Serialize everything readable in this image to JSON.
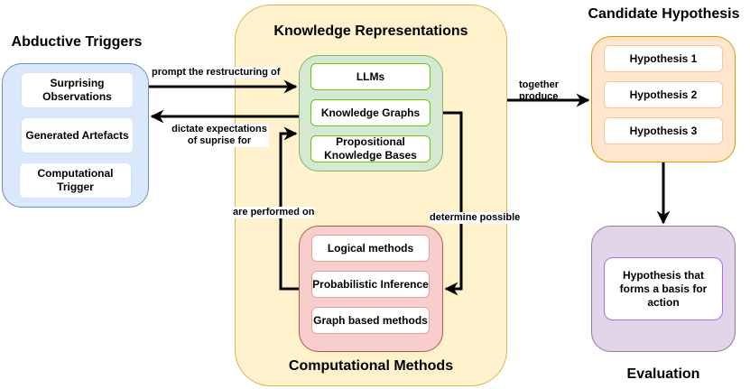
{
  "titles": {
    "abductive_triggers": "Abductive Triggers",
    "knowledge_representations": "Knowledge Representations",
    "computational_methods": "Computational Methods",
    "candidate_hypothesis": "Candidate Hypothesis",
    "evaluation": "Evaluation"
  },
  "abductive_triggers": {
    "items": [
      "Surprising Observations",
      "Generated Artefacts",
      "Computational Trigger"
    ],
    "fill": "#dae8fc",
    "stroke": "#6c8ebf",
    "item_stroke": "#d5e3f7"
  },
  "knowledge_representations": {
    "items": [
      "LLMs",
      "Knowledge Graphs",
      "Propositional Knowledge Bases"
    ],
    "fill": "#d5e8d4",
    "stroke": "#82b366",
    "item_stroke": "#66cc00",
    "outer_fill": "#fff2cc",
    "outer_stroke": "#d6b656"
  },
  "computational_methods": {
    "items": [
      "Logical methods",
      "Probabilistic Inference",
      "Graph based methods"
    ],
    "fill": "#f8cecc",
    "stroke": "#b85450",
    "item_stroke": "#f19c99"
  },
  "candidate_hypothesis": {
    "items": [
      "Hypothesis 1",
      "Hypothesis 2",
      "Hypothesis 3"
    ],
    "fill": "#ffe6cc",
    "stroke": "#d79b00",
    "item_stroke": "#f5c99a"
  },
  "evaluation": {
    "items": [
      "Hypothesis that forms a basis for action"
    ],
    "fill": "#e1d5e7",
    "stroke": "#9673a6",
    "item_stroke": "#b266ff"
  },
  "edge_labels": {
    "prompt": "prompt the restructuring of",
    "dictate": "dictate expectations of suprise for",
    "performed": "are performed on",
    "determine": "determine possible",
    "produce": "together produce"
  }
}
